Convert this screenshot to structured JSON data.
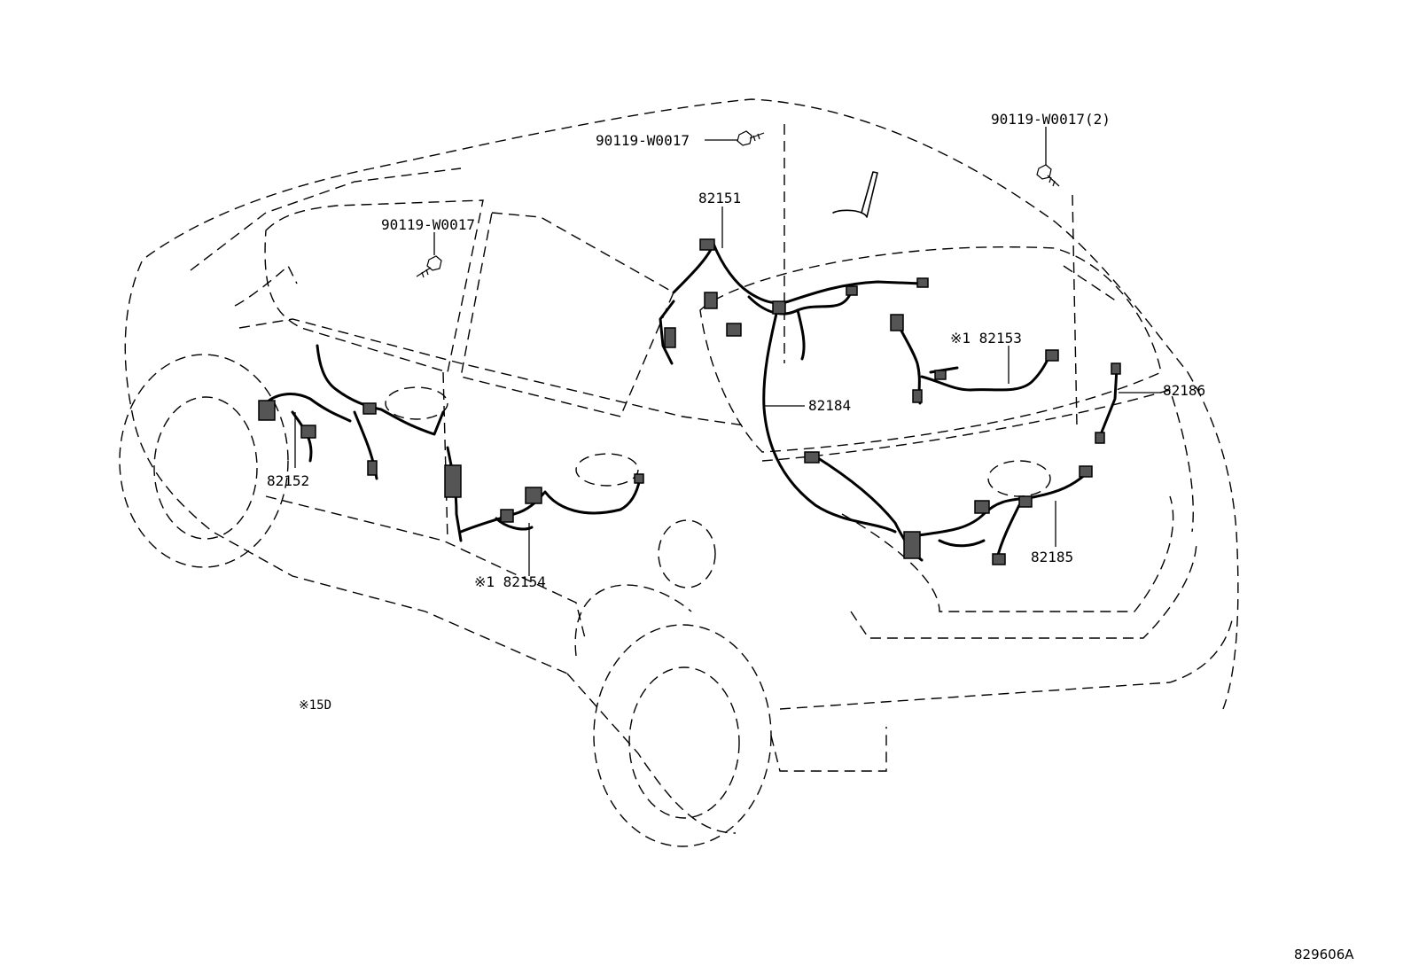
{
  "diagram": {
    "figure_number": "829606A",
    "footnote": "※15D",
    "callouts": {
      "bolt_roof_center": "90119-W0017",
      "bolt_roof_rear": "90119-W0017(2)",
      "bolt_front_door": "90119-W0017",
      "roof_wire": "82151",
      "front_door_wire": "82152",
      "back_door_wire_1": "※1 82153",
      "rear_door_wire": "※1 82154",
      "floor_wire": "82184",
      "back_door_wire_2": "82185",
      "back_door_wire_3": "82186"
    }
  }
}
